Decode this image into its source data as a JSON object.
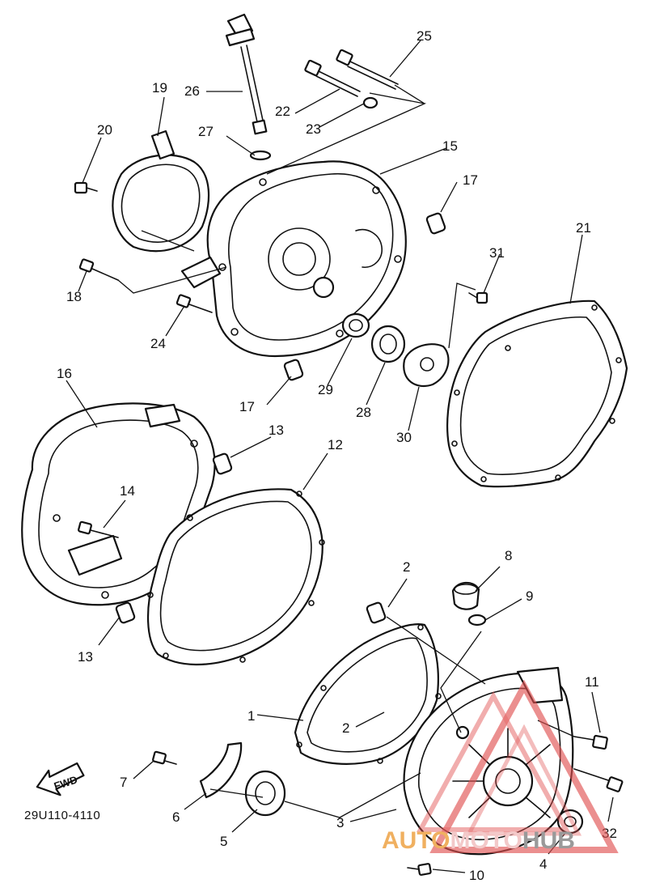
{
  "diagram": {
    "part_code": "29U110-4110",
    "direction_label": "FWD",
    "callouts": [
      "1",
      "2",
      "2",
      "3",
      "4",
      "5",
      "6",
      "7",
      "8",
      "9",
      "10",
      "11",
      "12",
      "13",
      "13",
      "14",
      "15",
      "16",
      "17",
      "17",
      "18",
      "19",
      "20",
      "21",
      "22",
      "23",
      "24",
      "25",
      "26",
      "27",
      "28",
      "29",
      "30",
      "31",
      "32"
    ]
  },
  "watermark": {
    "segments": [
      "AUTO",
      "MOTO",
      "HUB"
    ],
    "colors": {
      "auto": "#f0b060",
      "moto": "#f3c9c9",
      "hub": "#9a9a9a",
      "logo": "#e05050"
    }
  }
}
